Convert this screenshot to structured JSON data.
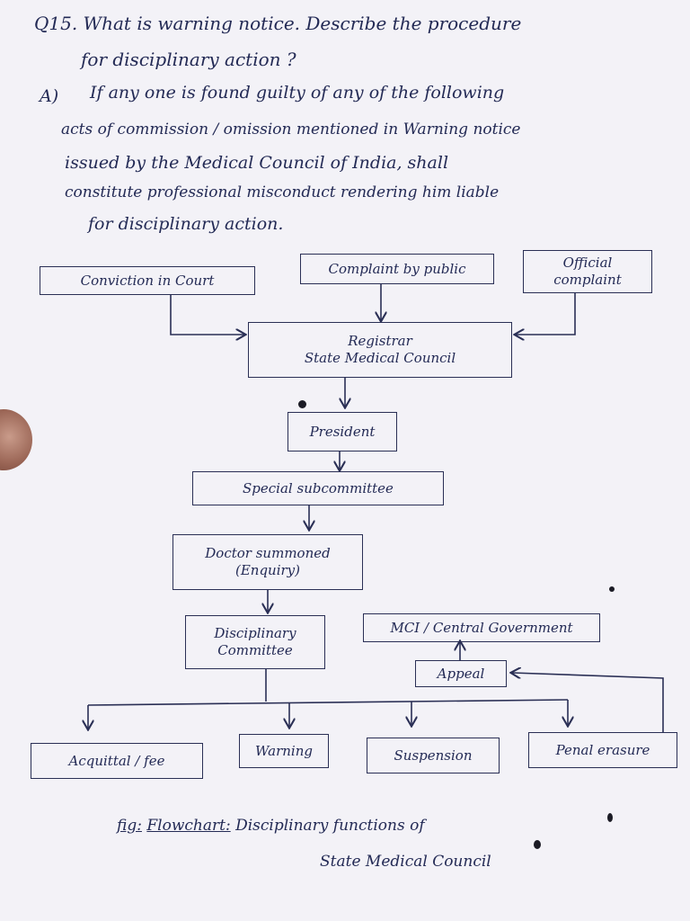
{
  "question": {
    "line1": "Q15. What is warning notice. Describe the procedure",
    "line2": "for disciplinary action ?"
  },
  "answer": {
    "label": "A)",
    "lines": [
      "If any one is found guilty of any of the following",
      "acts of commission / omission mentioned in Warning notice",
      "issued by the Medical Council of India, shall",
      "constitute professional misconduct rendering him liable",
      "for disciplinary action."
    ]
  },
  "flowchart": {
    "conviction": "Conviction in Court",
    "complaint_public": "Complaint by public",
    "official_line1": "Official",
    "official_line2": "complaint",
    "registrar_line1": "Registrar",
    "registrar_line2": "State Medical Council",
    "president": "President",
    "subcommittee": "Special subcommittee",
    "doctor_line1": "Doctor summoned",
    "doctor_line2": "(Enquiry)",
    "disciplinary_line1": "Disciplinary",
    "disciplinary_line2": "Committee",
    "mci": "MCI / Central Government",
    "appeal": "Appeal",
    "acquittal": "Acquittal / fee",
    "warning": "Warning",
    "suspension": "Suspension",
    "penal": "Penal erasure"
  },
  "caption": {
    "fig": "fig:",
    "flowchart": "Flowchart:",
    "rest_line1": "Disciplinary functions of",
    "rest_line2": "State Medical Council"
  }
}
